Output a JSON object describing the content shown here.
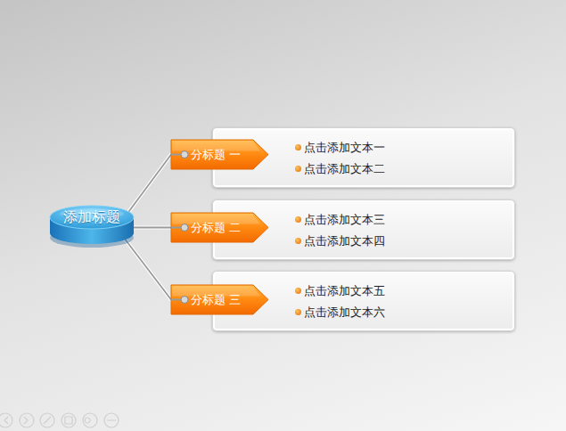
{
  "diagram": {
    "nodes": [
      {
        "text": [
          "添加标题"
        ]
      },
      {
        "text": [
          "分标题 一"
        ]
      },
      {
        "text": [
          "点击添加文本一",
          "点击添加文本二"
        ]
      },
      {
        "text": [
          "分标题 二"
        ]
      },
      {
        "text": [
          "点击添加文本三",
          "点击添加文本四"
        ]
      },
      {
        "text": [
          "分标题 三"
        ]
      },
      {
        "text": [
          "点击添加文本五",
          "点击添加文本六"
        ]
      }
    ],
    "edges": [
      {
        "from": 0,
        "to": 1,
        "arrow": "none"
      },
      {
        "from": 0,
        "to": 3,
        "arrow": "none"
      },
      {
        "from": 0,
        "to": 5,
        "arrow": "none"
      }
    ]
  }
}
